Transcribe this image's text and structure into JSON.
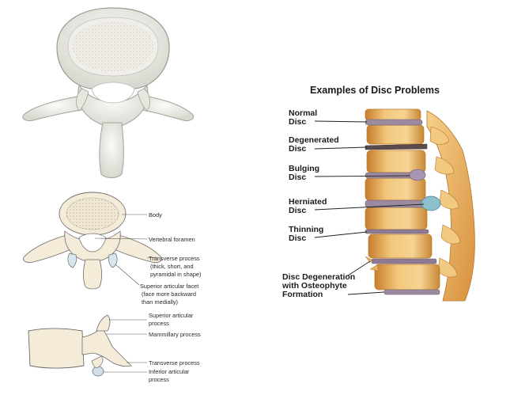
{
  "lumbar_labels": {
    "body": "Body",
    "vertebral_foramen": "Vertebral foramen",
    "transverse_process_top": [
      "Transverse process",
      "(thick, short, and",
      "pyramidal in shape)"
    ],
    "superior_articular_facet": [
      "Superior articular facet",
      "(face more backward",
      "than medially)"
    ],
    "superior_articular_process": [
      "Superior articular",
      "process"
    ],
    "mammillary_process": "Mammillary process",
    "transverse_process_side": "Transverse process",
    "inferior_articular_process": [
      "Inferior articular",
      "process"
    ]
  },
  "disc_problems": {
    "title": "Examples of Disc Problems",
    "labels": [
      [
        "Normal",
        "Disc"
      ],
      [
        "Degenerated",
        "Disc"
      ],
      [
        "Bulging",
        "Disc"
      ],
      [
        "Herniated",
        "Disc"
      ],
      [
        "Thinning",
        "Disc"
      ],
      [
        "Disc Degeneration",
        "with Osteophyte",
        "Formation"
      ]
    ]
  },
  "colors": {
    "bone_white": "#ecebe4",
    "bone_line": "#8c8c86",
    "diagram_fill": "#f4ecd8",
    "body_dots": "#c8b9a8",
    "vertebra_orange": "#e4a552",
    "vertebra_light": "#f6cf86",
    "disc": "#9c8aa0",
    "herniation": "#8dbfcc"
  }
}
